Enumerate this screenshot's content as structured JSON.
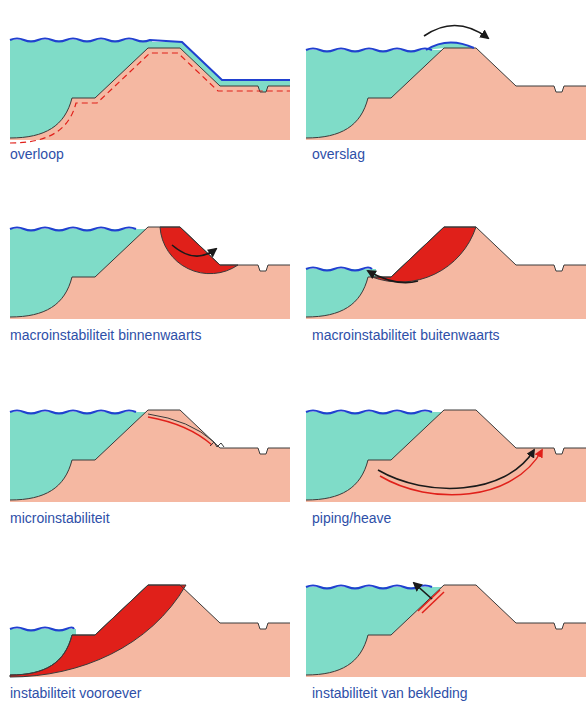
{
  "diagram": {
    "labels": [
      "overloop",
      "overslag",
      "macroinstabiliteit binnenwaarts",
      "macroinstabiliteit buitenwaarts",
      "microinstabiliteit",
      "piping/heave",
      "instabiliteit vooroever",
      "instabiliteit van bekleding"
    ]
  }
}
